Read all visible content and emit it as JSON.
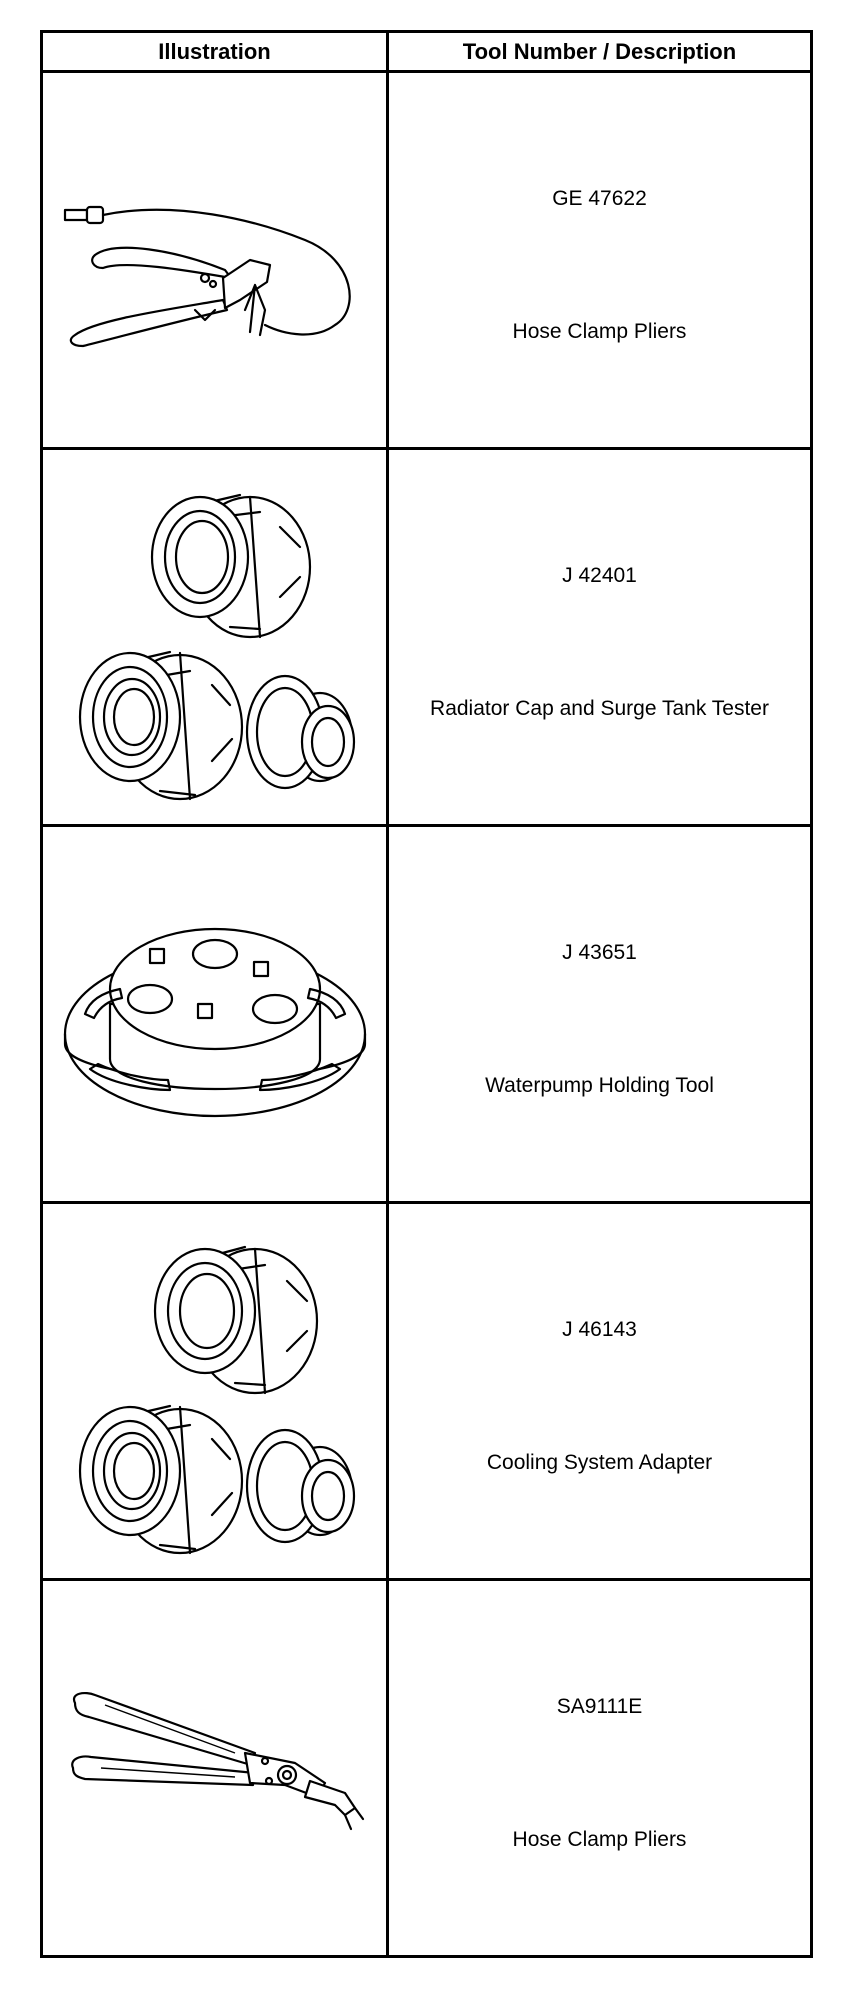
{
  "table": {
    "headers": {
      "illustration": "Illustration",
      "description": "Tool Number / Description"
    },
    "rows": [
      {
        "tool_number": "GE 47622",
        "name": "Hose Clamp Pliers",
        "icon": "cable-hose-clamp-pliers-icon"
      },
      {
        "tool_number": "J 42401",
        "name": "Radiator Cap and Surge Tank Tester",
        "icon": "cap-adapter-set-icon"
      },
      {
        "tool_number": "J 43651",
        "name": "Waterpump Holding Tool",
        "icon": "waterpump-holding-fixture-icon"
      },
      {
        "tool_number": "J 46143",
        "name": "Cooling System Adapter",
        "icon": "cooling-adapter-set-icon"
      },
      {
        "tool_number": "SA9111E",
        "name": "Hose Clamp Pliers",
        "icon": "hose-clamp-pliers-icon"
      }
    ]
  }
}
